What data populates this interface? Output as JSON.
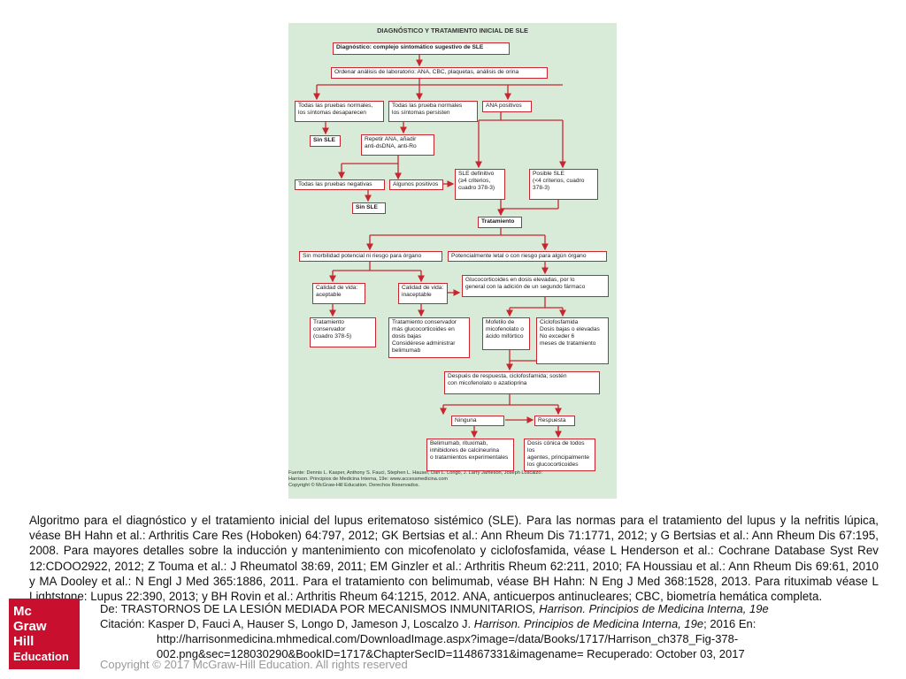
{
  "figure": {
    "title": "DIAGNÓSTICO Y TRATAMIENTO INICIAL DE SLE",
    "nodes": {
      "n1": "Diagnóstico: complejo sintomático sugestivo de SLE",
      "n2": "Ordenar análisis de laboratorio: ANA, CBC, plaquetas, análisis de orina",
      "n3": "Todas las pruebas normales,\nlos síntomas desaparecen",
      "n4": "Todas las prueba normales\nlos síntomas persisten",
      "n5": "ANA positivos",
      "n6": "Sin SLE",
      "n7": "Repetir ANA, añadir\nanti-dsDNA, anti-Ro",
      "n8": "SLE definitivo\n(≥4 criterios,\ncuadro 378-3)",
      "n9": "Posible SLE\n(<4 criterios, cuadro\n378-3)",
      "n10": "Todas las pruebas negativas",
      "n11": "Algunos positivos",
      "n12": "Sin SLE",
      "n13": "Tratamiento",
      "n14": "Sin morbilidad potencial ni riesgo para órgano",
      "n15": "Potencialmente letal o con riesgo para algún órgano",
      "n16": "Calidad de vida:\naceptable",
      "n17": "Calidad de vida:\ninaceptable",
      "n18": "Glucocorticoides en dosis elevadas, por lo\ngeneral con la adición de un segundo fármaco",
      "n19": "Tratamiento\nconservador\n(cuadro 378-5)",
      "n20": "Tratamiento conservador\nmás glucocorticoides en\ndosis bajas\nConsidérese administrar\nbelimumab",
      "n21": "Mofetilo de\nmicofenolato o\nácido mifórtico",
      "n22": "Ciclofosfamida\nDosis bajas o elevadas\nNo exceder 6\nmeses de tratamiento",
      "n23": "Después de respuesta, ciclofosfamida; sostén\ncon micofenolato o azatioprina",
      "n24": "Ninguna respuesta",
      "n25": "Respuesta",
      "n26": "Belimumab, rituximab,\ninhibidores de calcineurina\no tratamientos experimentales",
      "n27": "Dosis cónica de todos los\nagentes, principalmente\nlos glucocorticoides"
    },
    "source": "Fuente: Dennis L. Kasper, Anthony S. Fauci, Stephen L. Hauser, Dan L. Longo, J. Larry Jameson, Joseph Loscalzo:\nHarrison. Principios de Medicina Interna, 19e: www.accessmedicina.com\nCopyright © McGraw-Hill Education. Derechos Reservados."
  },
  "caption": "Algoritmo para el diagnóstico y el tratamiento inicial del lupus eritematoso sistémico (SLE). Para las normas para el tratamiento del lupus y la nefritis lúpica, véase BH Hahn et al.: Arthritis Care Res (Hoboken) 64:797, 2012; GK Bertsias et al.: Ann Rheum Dis 71:1771, 2012; y G Bertsias et al.: Ann Rheum Dis 67:195, 2008. Para mayores detalles sobre la inducción y mantenimiento con micofenolato y ciclofosfamida, véase L Henderson et al.: Cochrane Database Syst Rev 12:CDOO2922, 2012; Z Touma et al.: J Rheumatol 38:69, 2011; EM Ginzler et al.: Arthritis Rheum 62:211, 2010; FA Houssiau et al.: Ann Rheum Dis 69:61, 2010 y MA Dooley et al.: N Engl J Med 365:1886, 2011. Para el tratamiento con belimumab, véase BH Hahn: N Eng J Med 368:1528, 2013. Para rituximab véase L Lightstone: Lupus 22:390, 2013; y BH Rovin et al.: Arthritis Rheum 64:1215, 2012. ANA, anticuerpos antinucleares; CBC, biometría hemática completa.",
  "logo": {
    "line1": "Mc",
    "line2": "Graw",
    "line3": "Hill",
    "line4": "Education"
  },
  "reference": {
    "from_prefix": "De: ",
    "chapter": "TRASTORNOS DE LA LESIÓN MEDIADA POR MECANISMOS INMUNITARIOS",
    "book_italic": ", Harrison. Principios de Medicina Interna, 19e",
    "citation_prefix": "Citación: Kasper D, Fauci A, Hauser S, Longo D, Jameson J, Loscalzo J. ",
    "citation_book": "Harrison. Principios de Medicina Interna, 19e",
    "citation_suffix": "; 2016 En:",
    "url1": "http://harrisonmedicina.mhmedical.com/DownloadImage.aspx?image=/data/Books/1717/Harrison_ch378_Fig-378-",
    "url2": "002.png&sec=128030290&BookID=1717&ChapterSecID=114867331&imagename= Recuperado: October 03, 2017"
  },
  "copyright": "Copyright © 2017 McGraw-Hill Education. All rights reserved"
}
